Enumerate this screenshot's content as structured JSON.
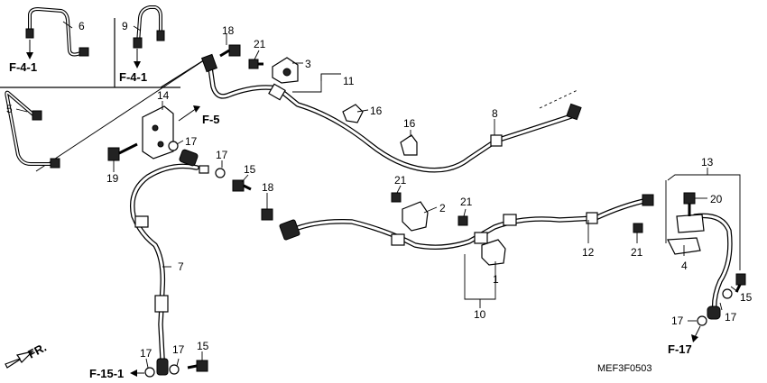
{
  "callouts": {
    "n1": "1",
    "n2": "2",
    "n3": "3",
    "n4": "4",
    "n5": "5",
    "n6": "6",
    "n7": "7",
    "n8": "8",
    "n9": "9",
    "n10": "10",
    "n11": "11",
    "n12": "12",
    "n13": "13",
    "n14": "14",
    "n15": "15",
    "n16": "16",
    "n17": "17",
    "n18": "18",
    "n19": "19",
    "n20": "20",
    "n21": "21"
  },
  "references": {
    "f41": "F-4-1",
    "f5": "F-5",
    "f17": "F-17",
    "f151": "F-15-1"
  },
  "orientation": "FR.",
  "diagram_code": "MEF3F0503"
}
